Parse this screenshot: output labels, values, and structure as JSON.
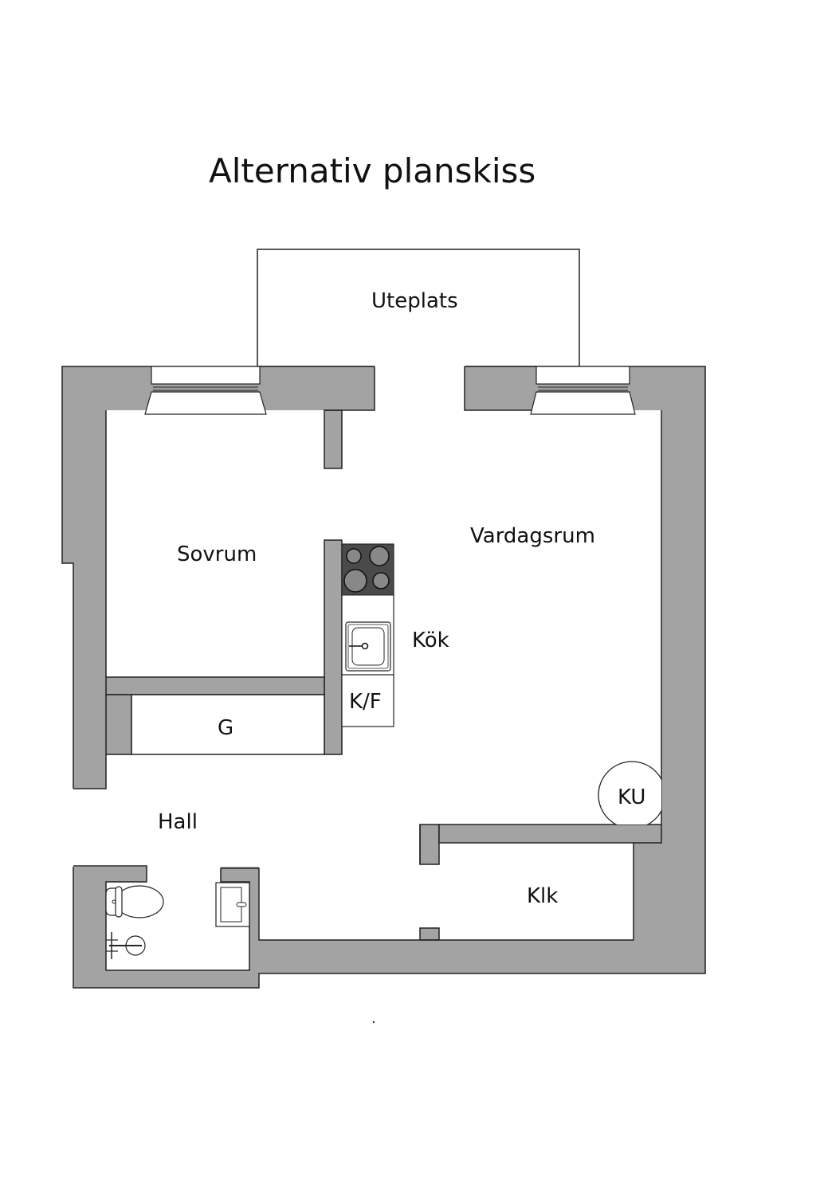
{
  "title": "Alternativ planskiss",
  "rooms": {
    "uteplats": "Uteplats",
    "sovrum": "Sovrum",
    "vardagsrum": "Vardagsrum",
    "kok": "Kök",
    "kf": "K/F",
    "g": "G",
    "hall": "Hall",
    "ku": "KU",
    "klk": "Klk"
  },
  "colors": {
    "wall": "#a3a3a3",
    "stove": "#4a4a4a",
    "line": "#222222"
  }
}
